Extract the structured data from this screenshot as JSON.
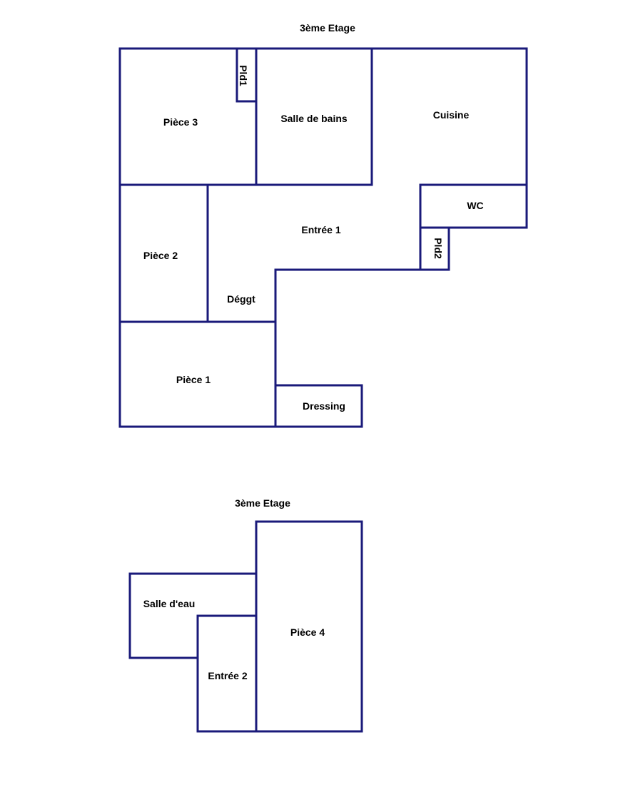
{
  "colors": {
    "wall": "#1a1a7a",
    "text": "#000000",
    "background": "#ffffff"
  },
  "upper_plan": {
    "title": "3ème Etage",
    "rooms": {
      "piece3": "Pièce 3",
      "pld1": "Pld1",
      "salle_de_bains": "Salle de bains",
      "cuisine": "Cuisine",
      "wc": "WC",
      "entree1": "Entrée 1",
      "pld2": "Pld2",
      "piece2": "Pièce 2",
      "deggt": "Déggt",
      "piece1": "Pièce 1",
      "dressing": "Dressing"
    }
  },
  "lower_plan": {
    "title": "3ème Etage",
    "rooms": {
      "salle_deau": "Salle d'eau",
      "piece4": "Pièce 4",
      "entree2": "Entrée 2"
    }
  }
}
